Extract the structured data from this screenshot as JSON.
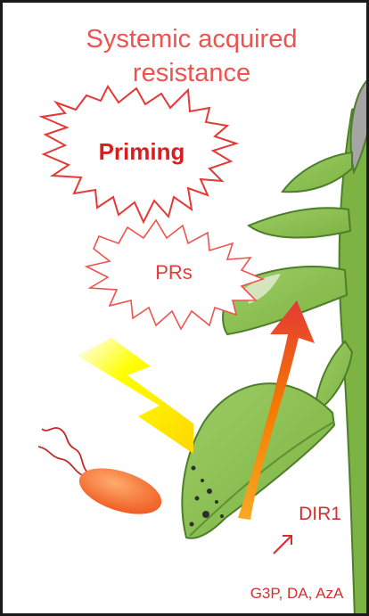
{
  "title": {
    "line1": "Systemic acquired",
    "line2": "resistance"
  },
  "labels": {
    "priming": "Priming",
    "prs": "PRs",
    "dir1": "DIR1",
    "signals": "G3P, DA, AzA"
  },
  "colors": {
    "title_red": "#ef5350",
    "burst_outline": "#e53935",
    "leaf_fill": "#8bc34a",
    "leaf_outline": "#4e7d2c",
    "stem": "#7cb342",
    "pathogen": "#ff7043",
    "lightning": "#ffee00",
    "arrow_start": "#f9a825",
    "arrow_end": "#e53935"
  },
  "icons": {
    "burst": "starburst-shape",
    "pathogen": "bacterium-icon",
    "attack": "lightning-bolt-icon",
    "signal": "curved-arrow-icon"
  }
}
